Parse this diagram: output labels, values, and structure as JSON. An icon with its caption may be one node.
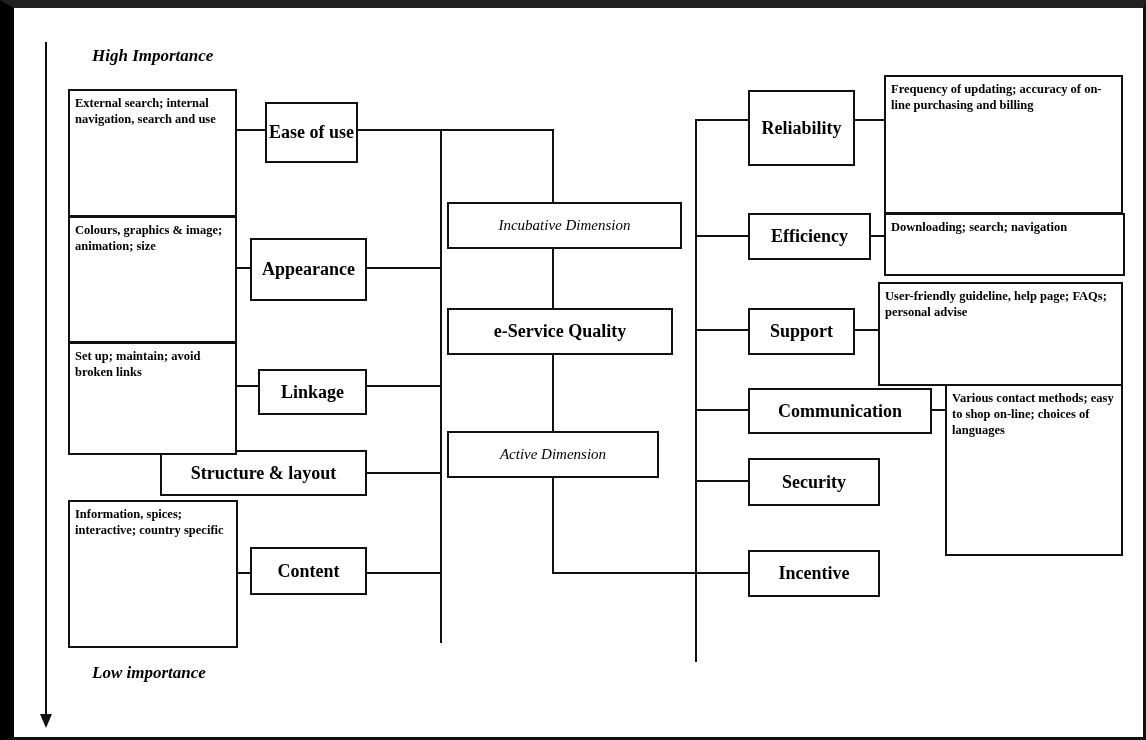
{
  "diagram": {
    "nodes": [
      {
        "text": [
          "Incubative Dimension"
        ]
      },
      {
        "text": [
          "e-Service Quality"
        ]
      },
      {
        "text": [
          "Active Dimension"
        ]
      },
      {
        "text": [
          "Ease of use"
        ]
      },
      {
        "text": [
          "Appearance"
        ]
      },
      {
        "text": [
          "Linkage"
        ]
      },
      {
        "text": [
          "Structure & layout"
        ]
      },
      {
        "text": [
          "Content"
        ]
      },
      {
        "text": [
          "External search; internal navigation, search and use"
        ]
      },
      {
        "text": [
          "Colours, graphics & image; animation; size"
        ]
      },
      {
        "text": [
          "Set up; maintain; avoid broken links"
        ]
      },
      {
        "text": [
          "Information, spices; interactive; country specific"
        ]
      },
      {
        "text": [
          "Reliability"
        ]
      },
      {
        "text": [
          "Efficiency"
        ]
      },
      {
        "text": [
          "Support"
        ]
      },
      {
        "text": [
          "Communication"
        ]
      },
      {
        "text": [
          "Security"
        ]
      },
      {
        "text": [
          "Incentive"
        ]
      },
      {
        "text": [
          "Frequency of updating; accuracy of on-line purchasing and billing"
        ]
      },
      {
        "text": [
          "Downloading; search; navigation"
        ]
      },
      {
        "text": [
          "User-friendly guideline, help page; FAQs; personal advise"
        ]
      },
      {
        "text": [
          "Various contact methods; easy to shop on-line; choices of languages"
        ]
      }
    ],
    "edges": [
      {
        "from": 0,
        "to": 1,
        "arrow": "none"
      },
      {
        "from": 1,
        "to": 2,
        "arrow": "none"
      },
      {
        "from": 0,
        "to": 3,
        "arrow": "none"
      },
      {
        "from": 0,
        "to": 4,
        "arrow": "none"
      },
      {
        "from": 0,
        "to": 5,
        "arrow": "none"
      },
      {
        "from": 0,
        "to": 6,
        "arrow": "none"
      },
      {
        "from": 0,
        "to": 7,
        "arrow": "none"
      },
      {
        "from": 2,
        "to": 12,
        "arrow": "none"
      },
      {
        "from": 2,
        "to": 13,
        "arrow": "none"
      },
      {
        "from": 2,
        "to": 14,
        "arrow": "none"
      },
      {
        "from": 2,
        "to": 15,
        "arrow": "none"
      },
      {
        "from": 2,
        "to": 16,
        "arrow": "none"
      },
      {
        "from": 2,
        "to": 17,
        "arrow": "none"
      },
      {
        "from": 8,
        "to": 3,
        "arrow": "none"
      },
      {
        "from": 9,
        "to": 4,
        "arrow": "none"
      },
      {
        "from": 10,
        "to": 5,
        "arrow": "none"
      },
      {
        "from": 11,
        "to": 7,
        "arrow": "none"
      },
      {
        "from": 12,
        "to": 18,
        "arrow": "none"
      },
      {
        "from": 13,
        "to": 19,
        "arrow": "none"
      },
      {
        "from": 14,
        "to": 20,
        "arrow": "none"
      },
      {
        "from": 15,
        "to": 21,
        "arrow": "none"
      }
    ],
    "labels": [
      "High Importance",
      "Low importance"
    ]
  }
}
